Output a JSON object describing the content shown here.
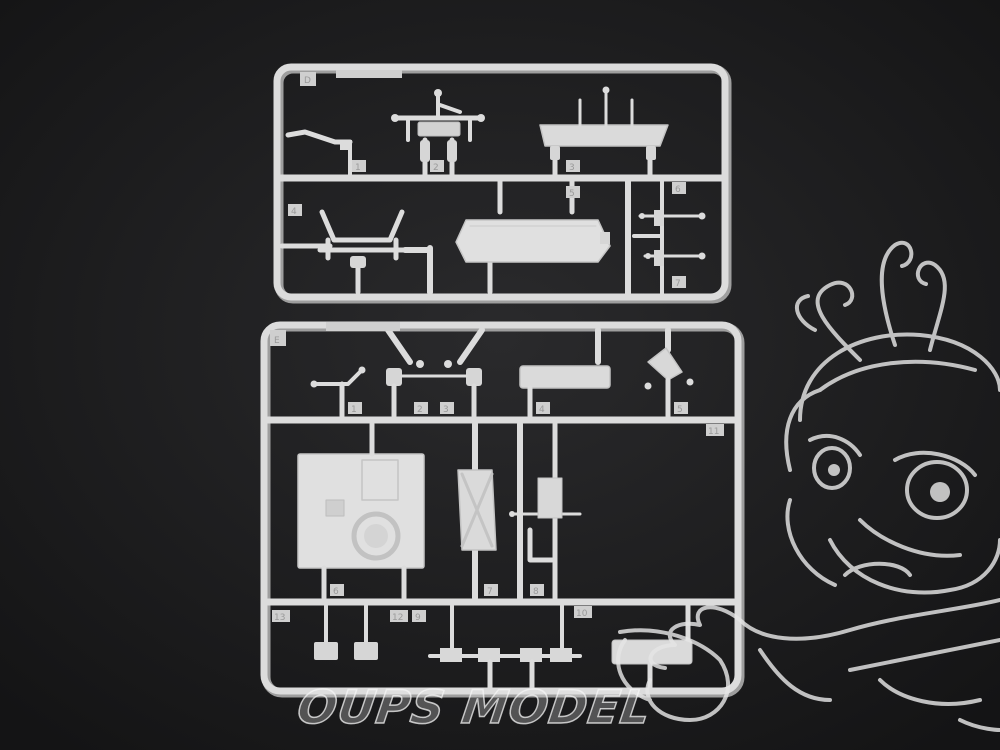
{
  "watermark": {
    "brand_text": "OUPS MODEL"
  },
  "sprues": [
    {
      "letter": "D",
      "parts": [
        "1",
        "2",
        "3",
        "4",
        "5",
        "6",
        "7"
      ]
    },
    {
      "letter": "E",
      "parts": [
        "1",
        "2",
        "3",
        "4",
        "5",
        "6",
        "7",
        "8",
        "9",
        "10",
        "11",
        "12",
        "13"
      ]
    }
  ],
  "colors": {
    "background": "#1c1c1e",
    "plastic": "#dedede",
    "plastic_shadow": "#b8b8b8",
    "watermark_line": "#e6e6e6"
  }
}
